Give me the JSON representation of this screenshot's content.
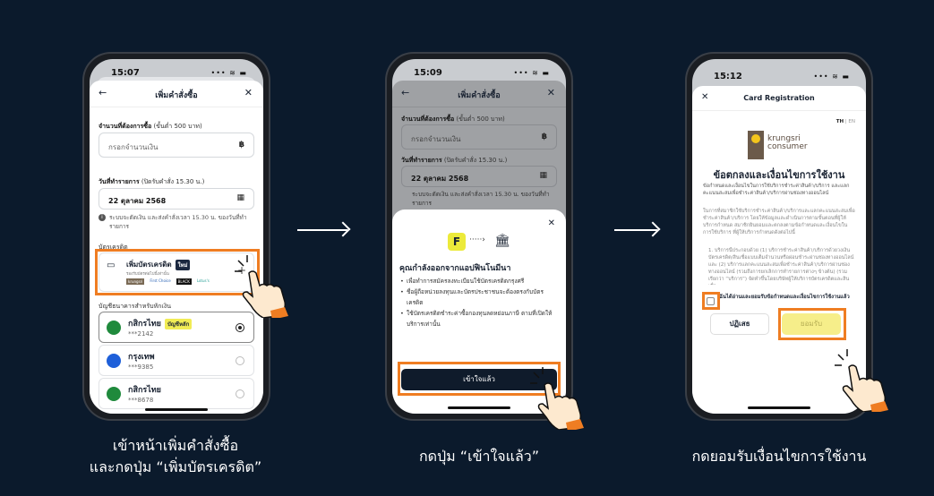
{
  "steps": [
    {
      "time": "15:07",
      "header": {
        "title": "เพิ่มคำสั่งซื้อ"
      },
      "amount_label": "จำนวนที่ต้องการซื้อ",
      "amount_hint": "(ขั้นต่ำ 500 บาท)",
      "amount_placeholder": "กรอกจำนวนเงิน",
      "currency_icon": "฿",
      "date_label": "วันที่ทำรายการ",
      "date_hint": "(ปิดรับคำสั่ง 15.30 น.)",
      "date_value": "22 ตุลาคม 2568",
      "info_text": "ระบบจะตัดเงิน และส่งคำสั่งเวลา 15.30 น. ของวันที่ทำรายการ",
      "credit_section": "บัตรเครดิต",
      "add_card": {
        "label": "เพิ่มบัตรเครดิต",
        "badge": "ใหม่",
        "sub": "รองรับบัตรต่อไปนี้เท่านั้น",
        "brands": [
          "krungsri",
          "First Choice",
          "BLACK",
          "Lotus's"
        ]
      },
      "bank_section": "บัญชีธนาคารสำหรับหักเงิน",
      "banks": [
        {
          "name": "กสิกรไทย",
          "badge": "บัญชีหลัก",
          "number": "***2142",
          "selected": true,
          "color": "#1f8a3c"
        },
        {
          "name": "กรุงเทพ",
          "number": "***9385",
          "selected": false,
          "color": "#1e5fd9"
        },
        {
          "name": "กสิกรไทย",
          "number": "***8678",
          "selected": false,
          "color": "#1f8a3c"
        }
      ],
      "caption": [
        "เข้าหน้าเพิ่มคำสั่งซื้อ",
        "และกดปุ่ม “เพิ่มบัตรเครดิต”"
      ]
    },
    {
      "time": "15:09",
      "modal": {
        "title": "คุณกำลังออกจากแอปฟินโนมีนา",
        "bullets": [
          "เพื่อทำการสมัครลงทะเบียนใช้บัตรเครดิตกรุงศรี",
          "ชื่อผู้ถือหน่วยลงทุนและบัตรประชาชนจะต้องตรงกับบัตรเครดิต",
          "ใช้บัตรเครดิตชำระค่าซื้อกองทุนลดหย่อนภาษี ตามที่เปิดให้บริการเท่านั้น"
        ],
        "button": "เข้าใจแล้ว"
      },
      "caption": [
        "กดปุ่ม “เข้าใจแล้ว”"
      ]
    },
    {
      "time": "15:12",
      "header": {
        "title": "Card Registration"
      },
      "lang": {
        "th": "TH",
        "sep": "|",
        "en": "EN"
      },
      "logo": {
        "line1": "krungsri",
        "line2": "consumer",
        "mark": "krungsri"
      },
      "title": "ข้อตกลงและเงื่อนไขการใช้งาน",
      "subtitle": "ข้อกำหนดและเงื่อนไขในการใช้บริการชำระค่าสินค้า/บริการ และแลกคะแนนสะสมเพื่อชำระค่าสินค้า/บริการผ่านช่องทางออนไลน์",
      "para": "ในการที่สมาชิกใช้บริการชำระค่าสินค้า/บริการและแลกคะแนนสะสมเพื่อชำระค่าสินค้า/บริการ โดยให้ข้อมูลและดำเนินการตามขั้นตอนที่ผู้ให้บริการกำหนด สมาชิกยินยอมและตกลงตามข้อกำหนดและเงื่อนไขในการใช้บริการ ที่ผู้ให้บริการกำหนดดังต่อไปนี้",
      "item1": "1. บริการนี้ประกอบด้วย (1) บริการชำระค่าสินค้า/บริการด้วยวงเงินบัตรเครดิต/สินเชื่อแบบเต็มจำนวนหรือผ่อนชำระผ่านช่องทางออนไลน์ และ (2) บริการแลกคะแนนสะสมเพื่อชำระค่าสินค้า/บริการผ่านช่องทางออนไลน์ (รวมถึงการยกเลิกการทำรายการต่างๆ ข้างต้น) (รวมเรียกว่า “บริการ”) จัดทำขึ้นโดยบริษัทผู้ให้บริการบัตรเครดิตและสินเชื่อ",
      "consent": "ฉันได้อ่านและยอมรับข้อกำหนดและเงื่อนไขการใช้งานแล้ว",
      "decline": "ปฏิเสธ",
      "accept": "ยอมรับ",
      "caption": [
        "กดยอมรับเงื่อนไขการใช้งาน"
      ]
    }
  ],
  "colors": {
    "background": "#0b1a2c",
    "highlight": "#ef7d22",
    "accent_yellow": "#f1ec55",
    "dark_button": "#0f1b2b"
  }
}
